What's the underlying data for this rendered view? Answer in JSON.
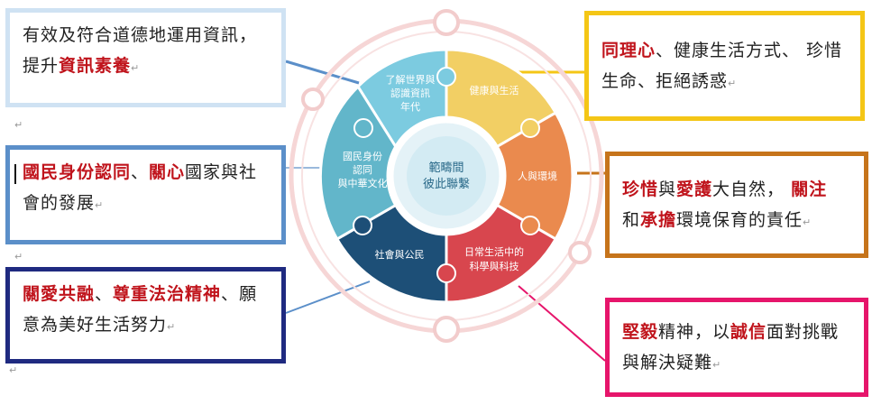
{
  "diagram": {
    "center": {
      "line1": "範疇間",
      "line2": "彼此聯繫"
    },
    "pieces": [
      {
        "id": "world",
        "line1": "了解世界與",
        "line2": "認識資訊",
        "line3": "年代",
        "color": "#7ccbe0"
      },
      {
        "id": "health",
        "line1": "健康與生活",
        "color": "#f2cf64"
      },
      {
        "id": "env",
        "line1": "人與環境",
        "color": "#ea8a4e"
      },
      {
        "id": "science",
        "line1": "日常生活中的",
        "line2": "科學與科技",
        "color": "#d8464e"
      },
      {
        "id": "society",
        "line1": "社會與公民",
        "color": "#1d4f77"
      },
      {
        "id": "identity",
        "line1": "國民身份",
        "line2": "認同",
        "line3": "與中華文化",
        "color": "#62b6ca"
      }
    ]
  },
  "boxes": {
    "info": {
      "text": "有效及符合道德地運用資訊，提升",
      "highlight": "資訊素養"
    },
    "identity": {
      "hl1": "國民身份認同",
      "sep": "、",
      "hl2": "關心",
      "text": "國家與社會的發展"
    },
    "civic": {
      "hl1": "關愛共融",
      "sep1": "、",
      "hl2": "尊重法治精神",
      "sep2": "、",
      "text": "願意為美好生活努力"
    },
    "health": {
      "hl1": "同理心",
      "text": "、健康生活方式、 珍惜生命、拒絕誘惑"
    },
    "environment": {
      "hl1": "珍惜",
      "t1": "與",
      "hl2": "愛護",
      "t2": "大自然， ",
      "hl3": "關注",
      "t3": "和",
      "hl4": "承擔",
      "t4": "環境保育的責任"
    },
    "science": {
      "hl1": "堅毅",
      "t1": "精神，以",
      "hl2": "誠信",
      "t2": "面對挑戰與解決疑難"
    }
  },
  "marks": {
    "return": "↵"
  },
  "colors": {
    "red_highlight": "#c0141c",
    "info_border": "#cfe2f3",
    "identity_border": "#5b8fc9",
    "civic_border": "#1f2a80",
    "health_border": "#f4c616",
    "env_border": "#c6741b",
    "science_border": "#e6156b"
  }
}
